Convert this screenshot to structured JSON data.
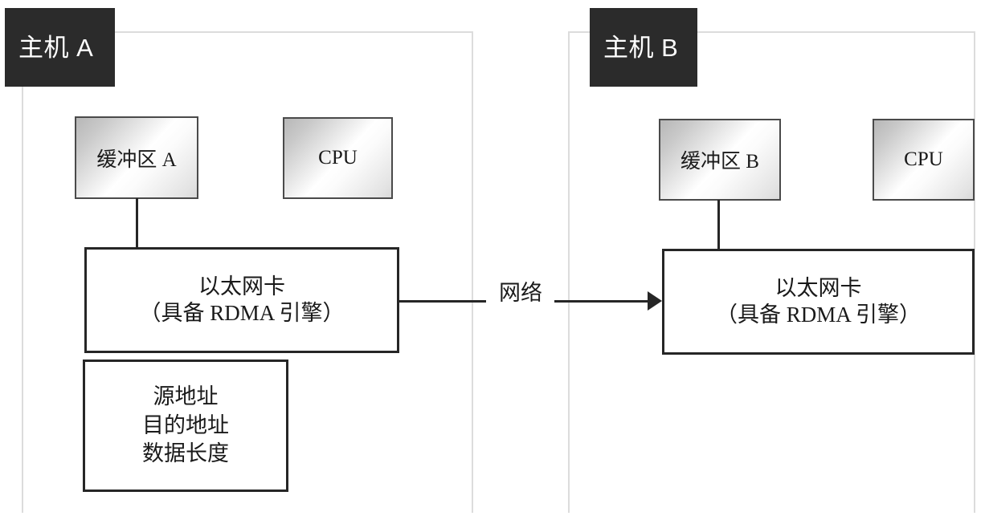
{
  "diagram": {
    "hosts": [
      {
        "tag": "主机 A",
        "buffer": "缓冲区 A",
        "cpu": "CPU",
        "nic_line_1": "以太网卡",
        "nic_line_2": "（具备 RDMA 引擎）",
        "descriptor": {
          "lines": [
            "源地址",
            "目的地址",
            "数据长度"
          ]
        }
      },
      {
        "tag": "主机 B",
        "buffer": "缓冲区 B",
        "cpu": "CPU",
        "nic_line_1": "以太网卡",
        "nic_line_2": "（具备 RDMA 引擎）"
      }
    ],
    "network": {
      "label": "网络",
      "direction": "right"
    },
    "colors": {
      "host_tag_background": "#2b2b2b",
      "host_tag_text": "#ffffff",
      "box_border": "#262626",
      "gradient_box_border": "#4a4a4a",
      "frame_border": "#dcdcdc",
      "text": "#1a1a1a",
      "page_background": "#ffffff"
    }
  }
}
